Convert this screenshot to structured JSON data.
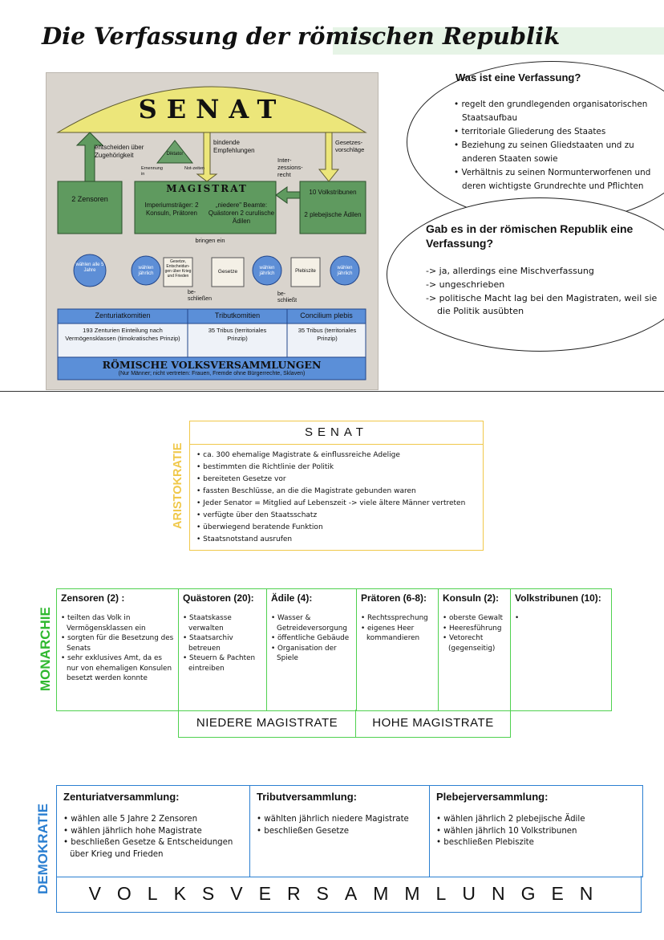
{
  "title": "Die Verfassung der römischen Republik",
  "diagram": {
    "senat": "SENAT",
    "arrow_left_label": "entscheiden über Zugehörigkeit",
    "arrow_mid_label": "bindende Empfehlungen",
    "arrow_right_label": "Gesetzes-vorschläge",
    "intercession": "Inter-zessions-recht",
    "diktator": "Diktator",
    "ernennung": "Ernennung in",
    "notzeiten": "Not-zeiten",
    "magistrat": "MAGISTRAT",
    "zensoren": "2 Zensoren",
    "imperium": "Imperiumsträger: 2 Konsuln, Prätoren",
    "niedere": "„niedere\" Beamte: Quästoren 2 curulische Ädilen",
    "tribunen": "10 Volkstribunen",
    "plebs_aedilen": "2 plebejische Ädilen",
    "waehlen5": "wählen alle 5 Jahre",
    "waehlen_j1": "wählen jährlich",
    "waehlen_j2": "wählen jährlich",
    "waehlen_j3": "wählen jährlich",
    "bringen_ein": "bringen ein",
    "gesetze_krieg": "Gesetze, Entscheidun-gen über Krieg und Frieden",
    "gesetze": "Gesetze",
    "plebiszite": "Plebiszite",
    "beschliessen1": "be-schließen",
    "beschliesst": "be-schließt",
    "zenturiat": "Zenturiatkomitien",
    "tribut": "Tributkomitien",
    "concilium": "Concilium plebis",
    "zent_desc": "193 Zenturien Einteilung nach Vermögensklassen (timokratisches Prinzip)",
    "trib_desc": "35 Tribus (territoriales Prinzip)",
    "conc_desc": "35 Tribus (territoriales Prinzip)",
    "volks": "RÖMISCHE VOLKSVERSAMMLUNGEN",
    "volks_note": "(Nur Männer; nicht vertreten: Frauen, Fremde ohne Bürgerrechte, Sklaven)"
  },
  "q1": {
    "title": "Was ist eine Verfassung?",
    "items": [
      "regelt den grundlegenden organisatorischen Staatsaufbau",
      "territoriale Gliederung des Staates",
      "Beziehung zu seinen Gliedstaaten und zu anderen Staaten sowie",
      "Verhältnis zu seinen Normunterworfenen und deren wichtigste Grundrechte und Pflichten"
    ]
  },
  "q2": {
    "title": "Gab es in der römischen Republik eine Verfassung?",
    "lines": [
      "-> ja, allerdings eine Mischverfassung",
      "-> ungeschrieben",
      "-> politische Macht lag bei den Magistraten, weil sie die Politik ausübten"
    ]
  },
  "senat_box": {
    "label": "ARISTOKRATIE",
    "heading": "SENAT",
    "items": [
      "ca. 300 ehemalige Magistrate & einflussreiche Adelige",
      "bestimmten die Richtlinie der Politik",
      "bereiteten Gesetze vor",
      "fassten Beschlüsse, an die die Magistrate gebunden waren",
      "Jeder Senator = Mitglied auf Lebenszeit -> viele ältere Männer vertreten",
      "verfügte über den Staatsschatz",
      "überwiegend beratende Funktion",
      "Staatsnotstand ausrufen"
    ]
  },
  "magistrates": {
    "label": "MONARCHIE",
    "columns": [
      {
        "head": "Zensoren (2) :",
        "items": [
          "teilten das Volk in Vermögensklassen ein",
          "sorgten für die Besetzung des Senats",
          "sehr exklusives Amt, da es nur von ehemaligen Konsulen besetzt werden konnte"
        ]
      },
      {
        "head": "Quästoren (20):",
        "items": [
          "Staatskasse verwalten",
          "Staatsarchiv betreuen",
          "Steuern & Pachten eintreiben"
        ]
      },
      {
        "head": "Ädile (4):",
        "items": [
          "Wasser & Getreideversorgung",
          "öffentliche Gebäude",
          "Organisation der Spiele"
        ]
      },
      {
        "head": "Prätoren (6-8):",
        "items": [
          "Rechtssprechung",
          "eigenes Heer kommandieren"
        ]
      },
      {
        "head": "Konsuln (2):",
        "items": [
          "oberste Gewalt",
          "Heeresführung",
          "Vetorecht (gegenseitig)"
        ]
      },
      {
        "head": "Volkstribunen (10):",
        "items": [
          ""
        ]
      }
    ],
    "lower": "NIEDERE MAGISTRATE",
    "higher": "HOHE MAGISTRATE"
  },
  "assemblies": {
    "label": "DEMOKRATIE",
    "columns": [
      {
        "head": "Zenturiatversammlung:",
        "items": [
          "wählen alle 5 Jahre 2 Zensoren",
          "wählen jährlich hohe Magistrate",
          "beschließen Gesetze & Entscheidungen über Krieg und Frieden"
        ]
      },
      {
        "head": "Tributversammlung:",
        "items": [
          "wählten jährlich niedere Magistrate",
          "beschließen Gesetze"
        ]
      },
      {
        "head": "Plebejerversammlung:",
        "items": [
          "wählen jährlich 2 plebejische Ädile",
          "wählen jährlich 10 Volkstribunen",
          "beschließen Plebiszite"
        ]
      }
    ],
    "footer": "VOLKSVERSAMMLUNGEN"
  }
}
